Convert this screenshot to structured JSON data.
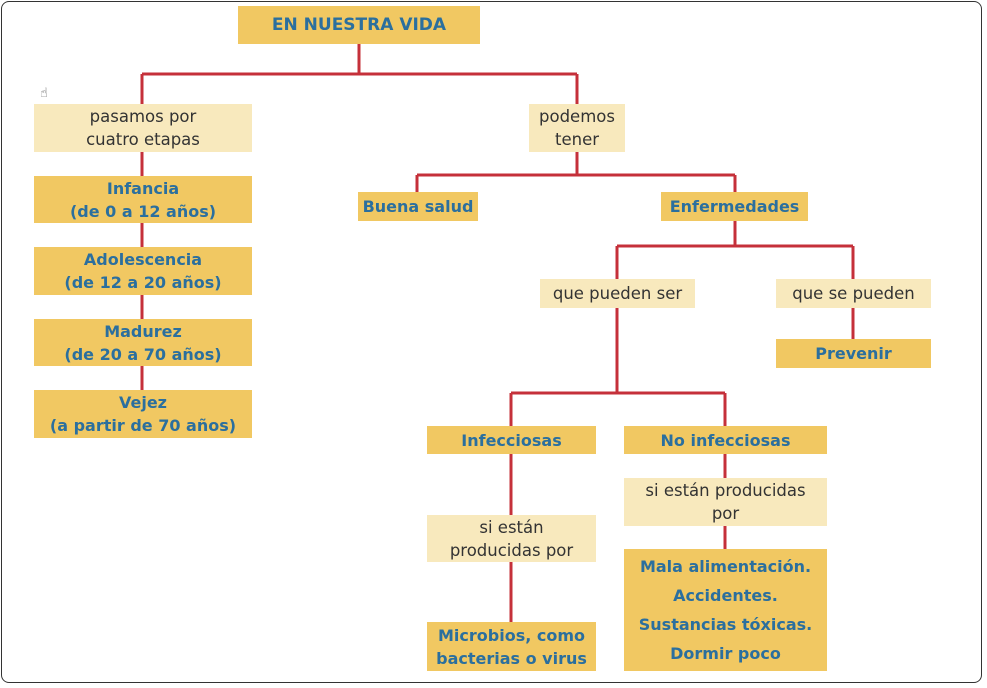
{
  "title": "EN NUESTRA VIDA",
  "left": {
    "connector": "pasamos por\ncuatro etapas",
    "stages": [
      "Infancia\n(de 0 a 12 años)",
      "Adolescencia\n(de 12 a 20 años)",
      "Madurez\n(de 20 a 70 años)",
      "Vejez\n(a partir de 70 años)"
    ]
  },
  "right": {
    "connector": "podemos\ntener",
    "good_health": "Buena salud",
    "diseases": "Enfermedades",
    "can_be": "que pueden ser",
    "can_be_prevented": "que se pueden",
    "prevent": "Prevenir",
    "infectious": "Infecciosas",
    "non_infectious": "No infecciosas",
    "infectious_caused_by": "si están\nproducidas por",
    "non_infectious_caused_by": "si están producidas\npor",
    "infectious_causes": "Microbios, como\nbacterias o virus",
    "non_infectious_causes": "Mala alimentación.\nAccidentes.\nSustancias tóxicas.\nDormir poco"
  },
  "colors": {
    "dark_box": "#f1c862",
    "light_box": "#f8e9bd",
    "text_blue": "#2b6f9e",
    "line": "#c5303a"
  }
}
